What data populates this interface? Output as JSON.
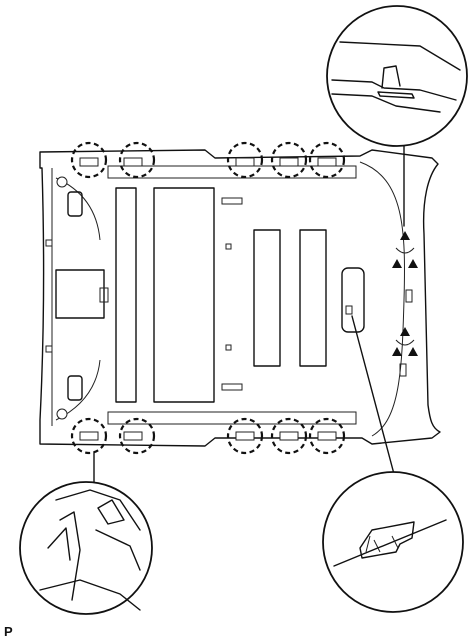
{
  "figure": {
    "footer_code": "P",
    "mark_symbol": "▲",
    "clip_mark_count": 10,
    "triangle_mark_count": 6
  }
}
